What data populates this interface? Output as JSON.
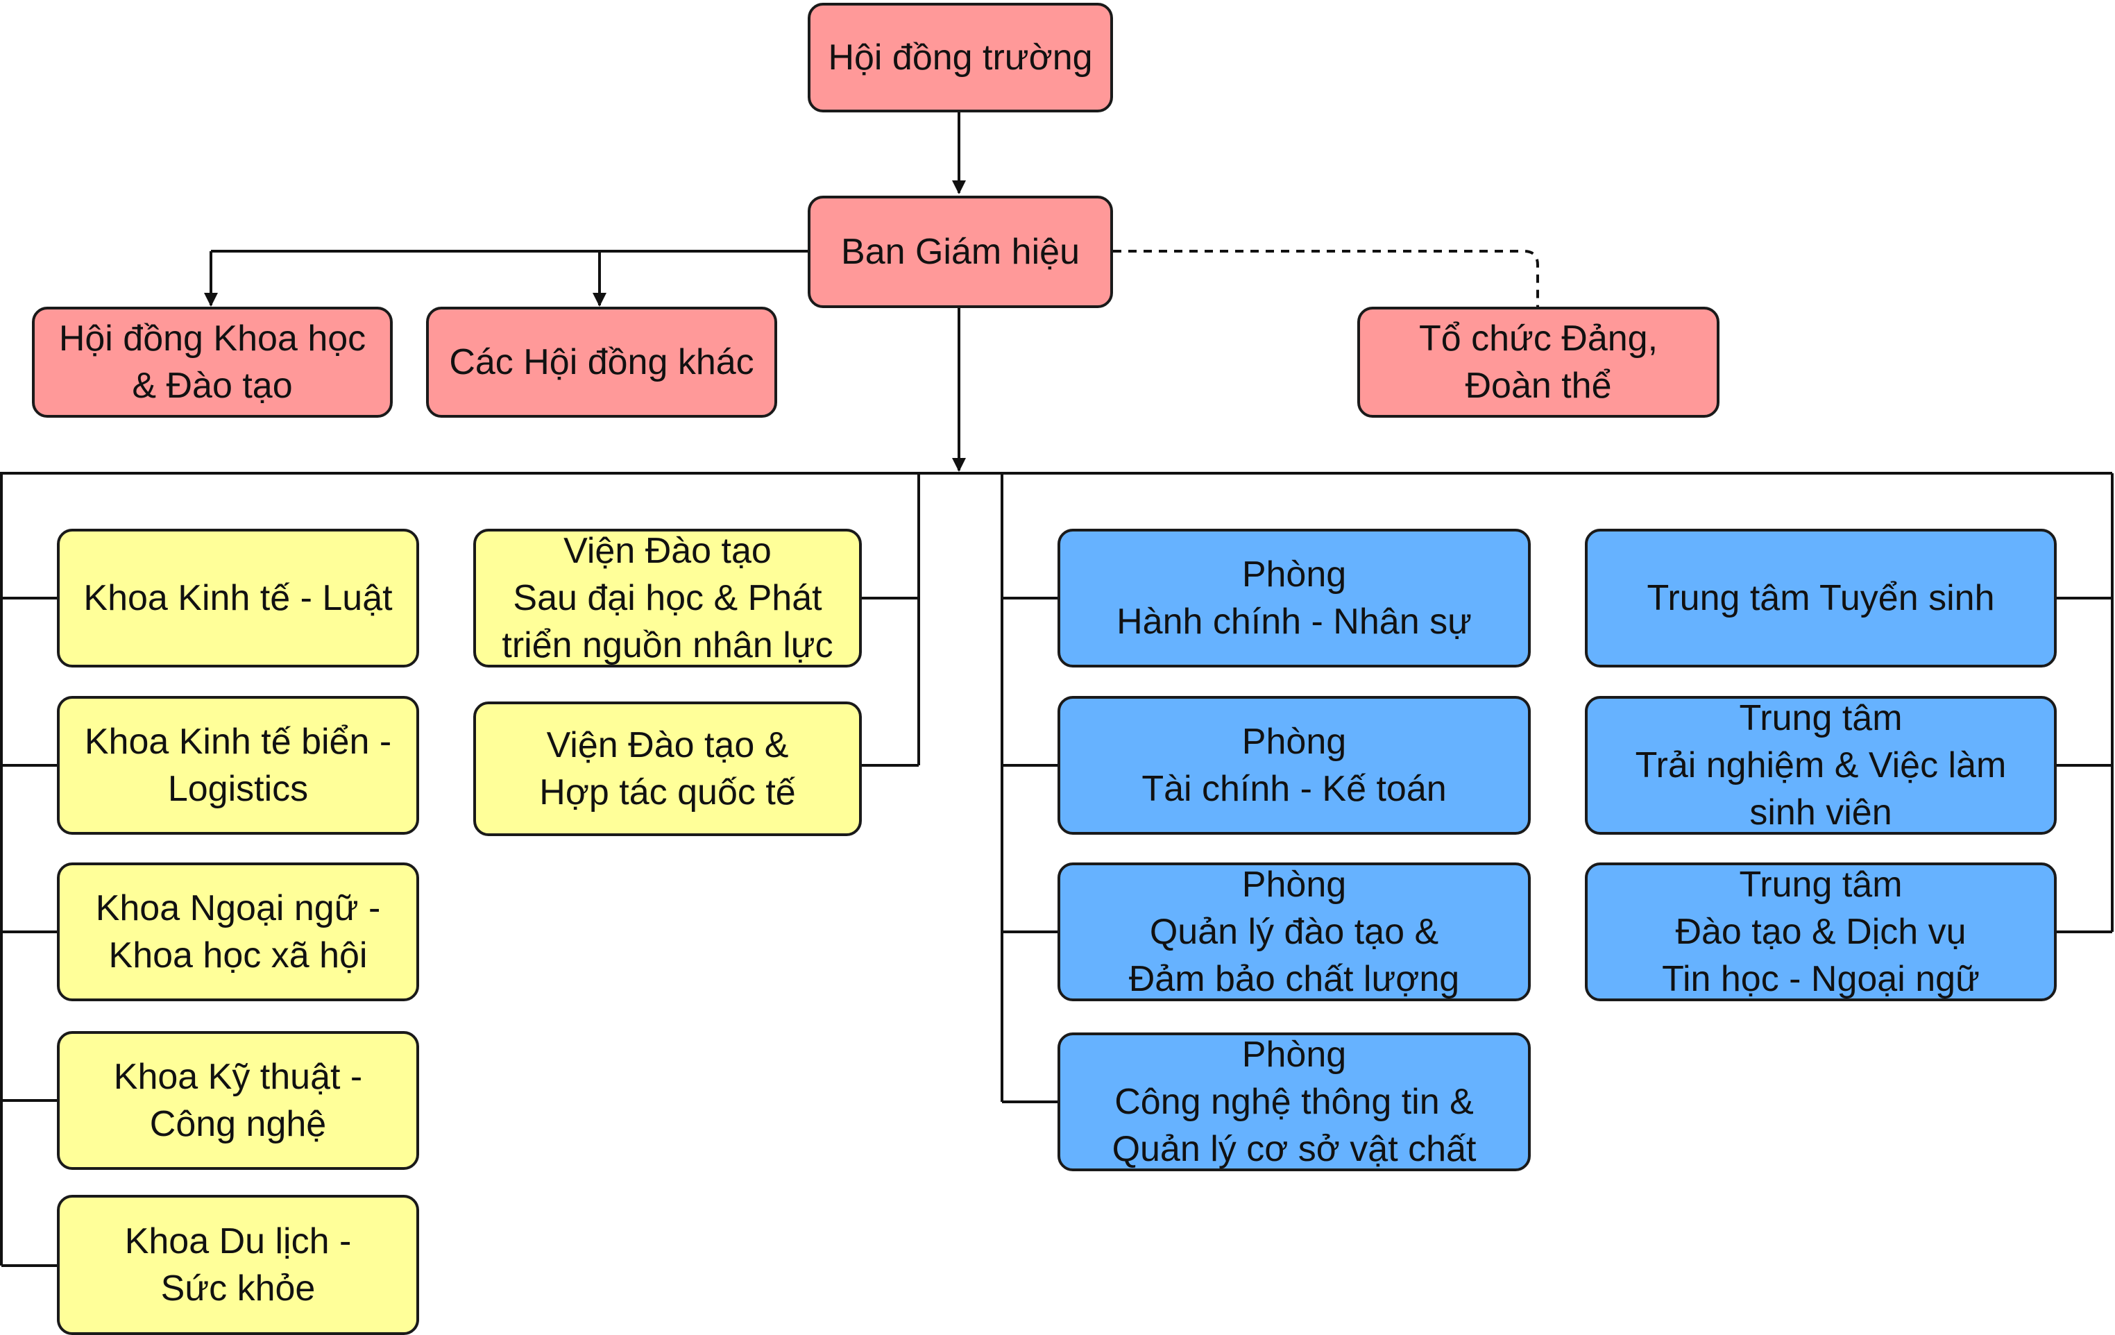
{
  "colors": {
    "governance": "#ff9999",
    "academic": "#ffff99",
    "administrative": "#66b2ff",
    "line": "#111111"
  },
  "nodes": {
    "hoi_dong_truong": "Hội đồng trường",
    "ban_giam_hieu": "Ban Giám hiệu",
    "hd_khoa_hoc": "Hội đồng Khoa học\n& Đào tạo",
    "hd_khac": "Các Hội đồng khác",
    "to_chuc_dang": "Tổ chức Đảng,\nĐoàn thể"
  },
  "khoa": [
    "Khoa Kinh tế - Luật",
    "Khoa Kinh tế biển -\nLogistics",
    "Khoa Ngoại ngữ -\nKhoa học xã hội",
    "Khoa Kỹ thuật -\nCông nghệ",
    "Khoa Du lịch -\nSức khỏe"
  ],
  "vien": [
    "Viện Đào tạo\nSau đại học & Phát\ntriển nguồn nhân lực",
    "Viện Đào tạo &\nHợp tác quốc tế"
  ],
  "phong": [
    "Phòng\nHành chính - Nhân sự",
    "Phòng\nTài chính - Kế toán",
    "Phòng\nQuản lý đào tạo &\nĐảm bảo chất lượng",
    "Phòng\nCông nghệ thông tin &\nQuản lý cơ sở vật chất"
  ],
  "trung_tam": [
    "Trung tâm Tuyển sinh",
    "Trung tâm\nTrải nghiệm & Việc làm\nsinh viên",
    "Trung tâm\nĐào tạo & Dịch vụ\nTin học - Ngoại ngữ"
  ]
}
